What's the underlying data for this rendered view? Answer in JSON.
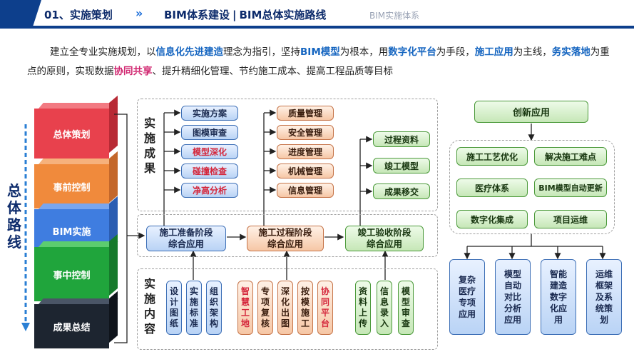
{
  "header": {
    "section": "01、实施策划",
    "title_left": "BIM体系建设",
    "title_right": "BIM总体实施路线",
    "subtitle": "BIM实施体系"
  },
  "intro": {
    "p1": "建立全专业实施规划，以",
    "h1": "信息化先进建造",
    "p2": "理念为指引，坚持",
    "h2": "BIM模型",
    "p3": "为根本，用",
    "h3": "数字化平台",
    "p4": "为手段，",
    "h4": "施工应用",
    "p5": "为主线，",
    "h5": "务实落地",
    "p6": "为重点的原则，实现数据",
    "h6": "协同共享",
    "p7": "、提升精细化管理、节约施工成本、提高工程品质等目标"
  },
  "route": {
    "title": "总体路线",
    "cubes": [
      {
        "label": "总体策划",
        "color": "#e8414d"
      },
      {
        "label": "事前控制",
        "color": "#f08a3c"
      },
      {
        "label": "BIM实施",
        "color": "#3f7de0"
      },
      {
        "label": "事中控制",
        "color": "#20a53c"
      },
      {
        "label": "成果总结",
        "color": "#1d2530"
      }
    ]
  },
  "results": {
    "label": "实施成果",
    "col1": [
      "实施方案",
      "图模审查",
      "模型深化",
      "碰撞检查",
      "净高分析"
    ],
    "col2": [
      "质量管理",
      "安全管理",
      "进度管理",
      "机械管理",
      "信息管理"
    ],
    "col3": [
      "过程资料",
      "竣工模型",
      "成果移交"
    ]
  },
  "stages": {
    "s1": "施工准备阶段\n综合应用",
    "s2": "施工过程阶段\n综合应用",
    "s3": "竣工验收阶段\n综合应用"
  },
  "content": {
    "label": "实施内容",
    "g1": [
      "设计图纸",
      "实施标准",
      "组织架构"
    ],
    "g2": [
      "智慧工地",
      "专项复核",
      "深化出图",
      "按模施工",
      "协同平台"
    ],
    "g3": [
      "资料上传",
      "信息录入",
      "模型审查"
    ]
  },
  "innovation": {
    "title": "创新应用",
    "items": [
      "施工工艺优化",
      "解决施工难点",
      "医疗体系",
      "BIM模型自动更新",
      "数字化集成",
      "项目运维"
    ],
    "bottom": [
      "复杂医疗专项应用",
      "模型自动对比分析应用",
      "智能建造数字化应用",
      "运维框架及系统策划"
    ]
  }
}
